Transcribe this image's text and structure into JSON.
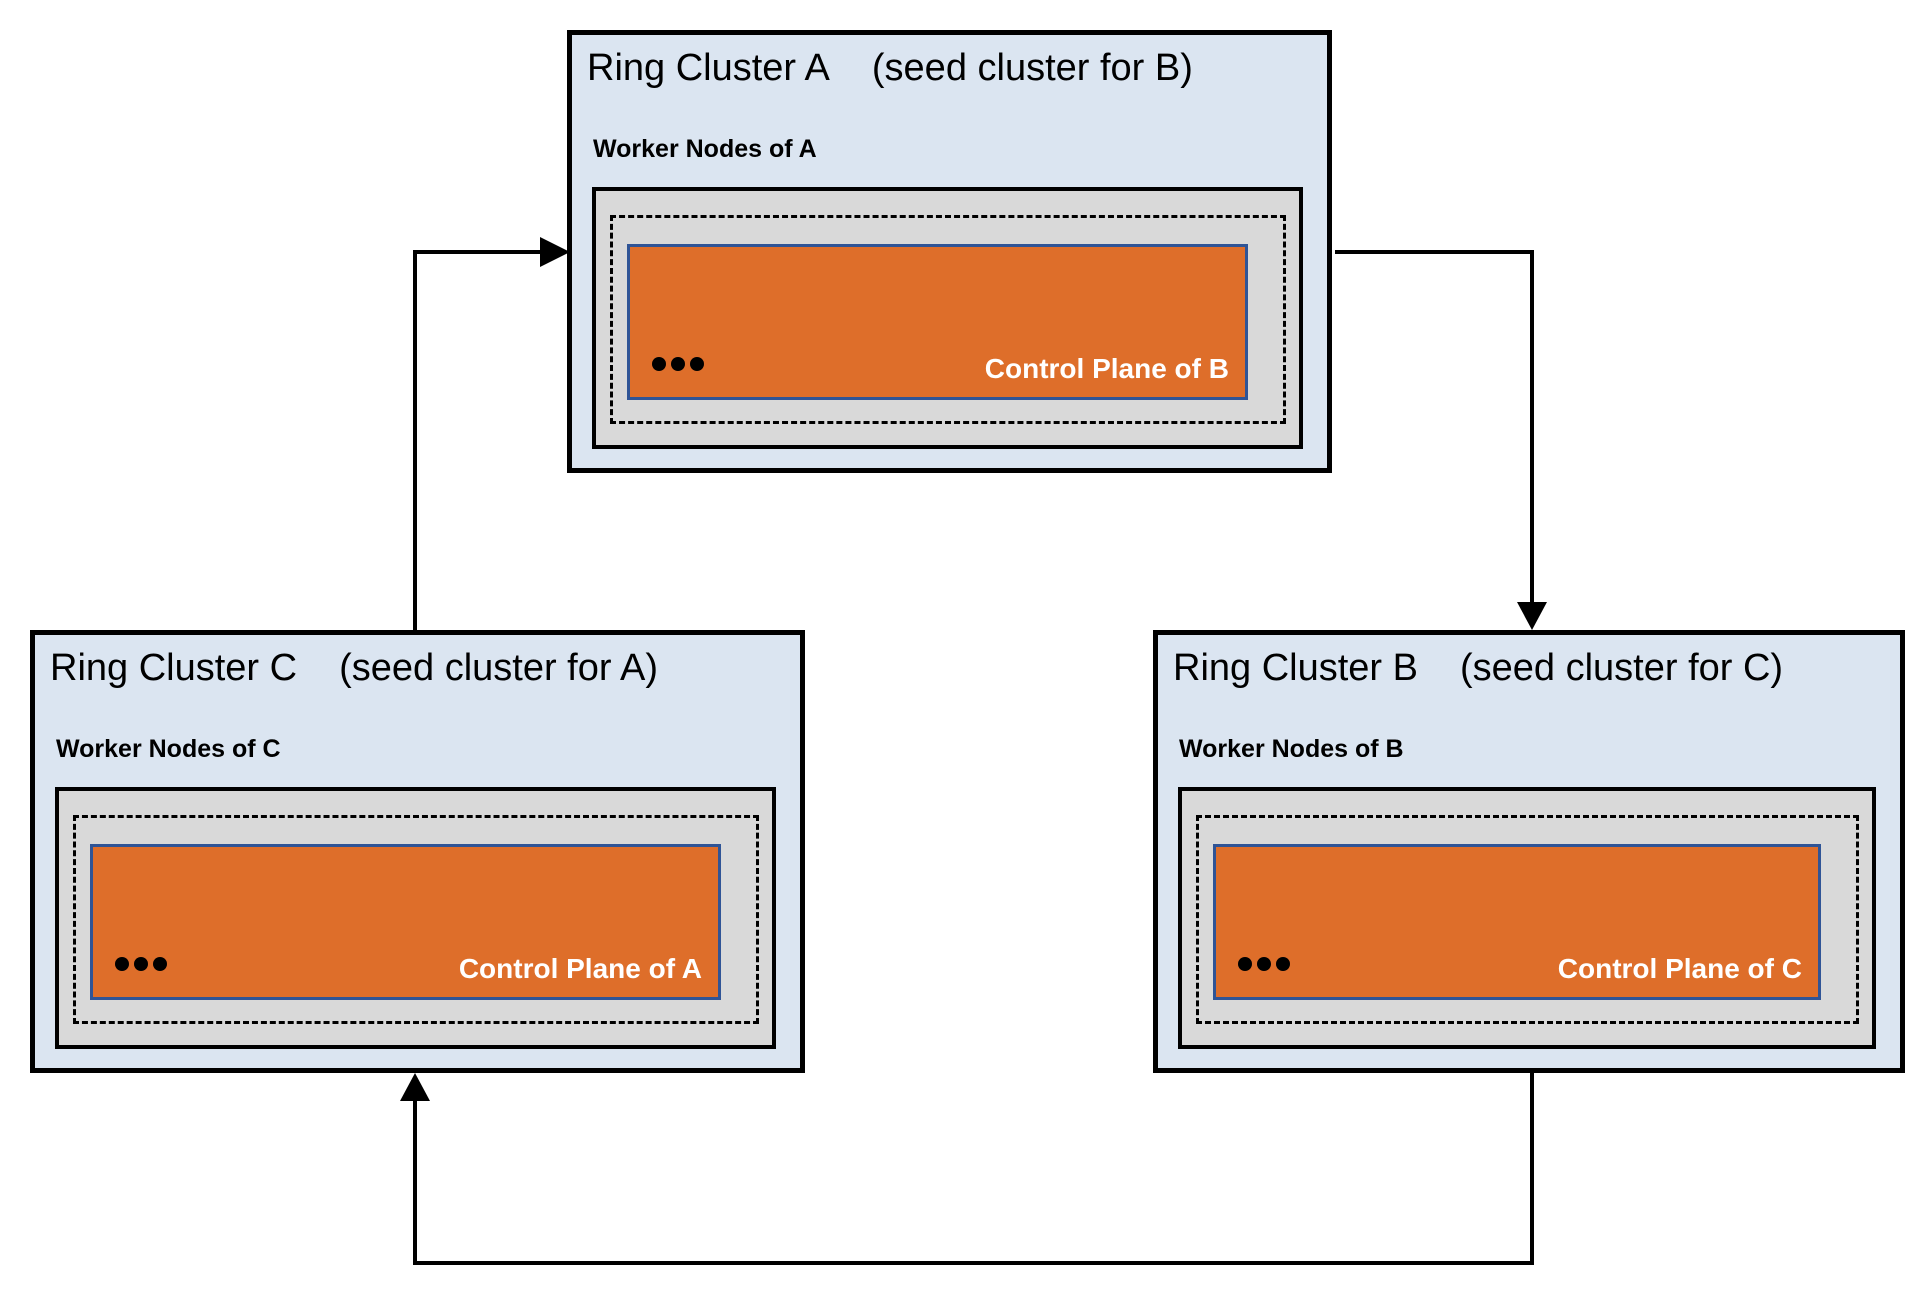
{
  "diagram": {
    "clusters": [
      {
        "id": "A",
        "title": "Ring Cluster A",
        "seed_note": "(seed cluster for B)",
        "worker_label": "Worker Nodes of A",
        "control_plane_label": "Control Plane of B"
      },
      {
        "id": "C",
        "title": "Ring Cluster C",
        "seed_note": "(seed cluster for A)",
        "worker_label": "Worker Nodes of C",
        "control_plane_label": "Control Plane of A"
      },
      {
        "id": "B",
        "title": "Ring Cluster B",
        "seed_note": "(seed cluster for C)",
        "worker_label": "Worker Nodes of B",
        "control_plane_label": "Control Plane of C"
      }
    ],
    "arrows": [
      {
        "from": "Ring Cluster C",
        "to": "Ring Cluster A"
      },
      {
        "from": "Ring Cluster A",
        "to": "Ring Cluster B"
      },
      {
        "from": "Ring Cluster B",
        "to": "Ring Cluster C"
      }
    ],
    "icons": {
      "ellipsis-dots": "three black circles (more nodes indicator)"
    },
    "colors": {
      "cluster_fill": "#dbe5f1",
      "worker_box_fill": "#d9d9d9",
      "control_plane_fill": "#de6e2a",
      "control_plane_border": "#2f5496",
      "outline": "#000000",
      "control_plane_text": "#ffffff"
    }
  }
}
